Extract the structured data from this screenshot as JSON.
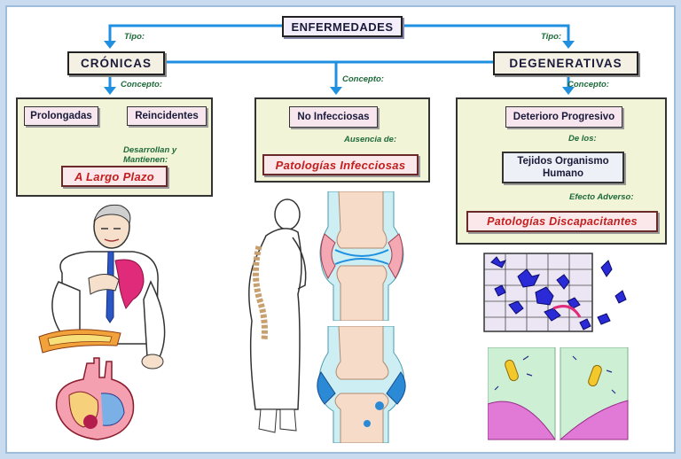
{
  "title": "ENFERMEDADES",
  "cronicas": {
    "label": "CRÓNICAS",
    "tipo": "Tipo:",
    "concepto": "Concepto:",
    "items": [
      "Prolongadas",
      "Reincidentes"
    ],
    "relation": "Desarrollan y Mantienen:",
    "result": "A Largo Plazo"
  },
  "centro": {
    "concepto": "Concepto:",
    "item": "No Infecciosas",
    "relation": "Ausencia de:",
    "result": "Patologías Infecciosas"
  },
  "degenerativas": {
    "label": "DEGENERATIVAS",
    "tipo": "Tipo:",
    "concepto": "Concepto:",
    "item": "Deterioro Progresivo",
    "relation1": "De los:",
    "tissue": "Tejidos Organismo Humano",
    "relation2": "Efecto Adverso:",
    "result": "Patologías Discapacitantes"
  },
  "colors": {
    "arrow": "#1f8fe0",
    "panel": "#f2f4d8",
    "pink": "#f7e6ee",
    "result_text": "#c41e1e",
    "label_text": "#1e6a3a"
  }
}
